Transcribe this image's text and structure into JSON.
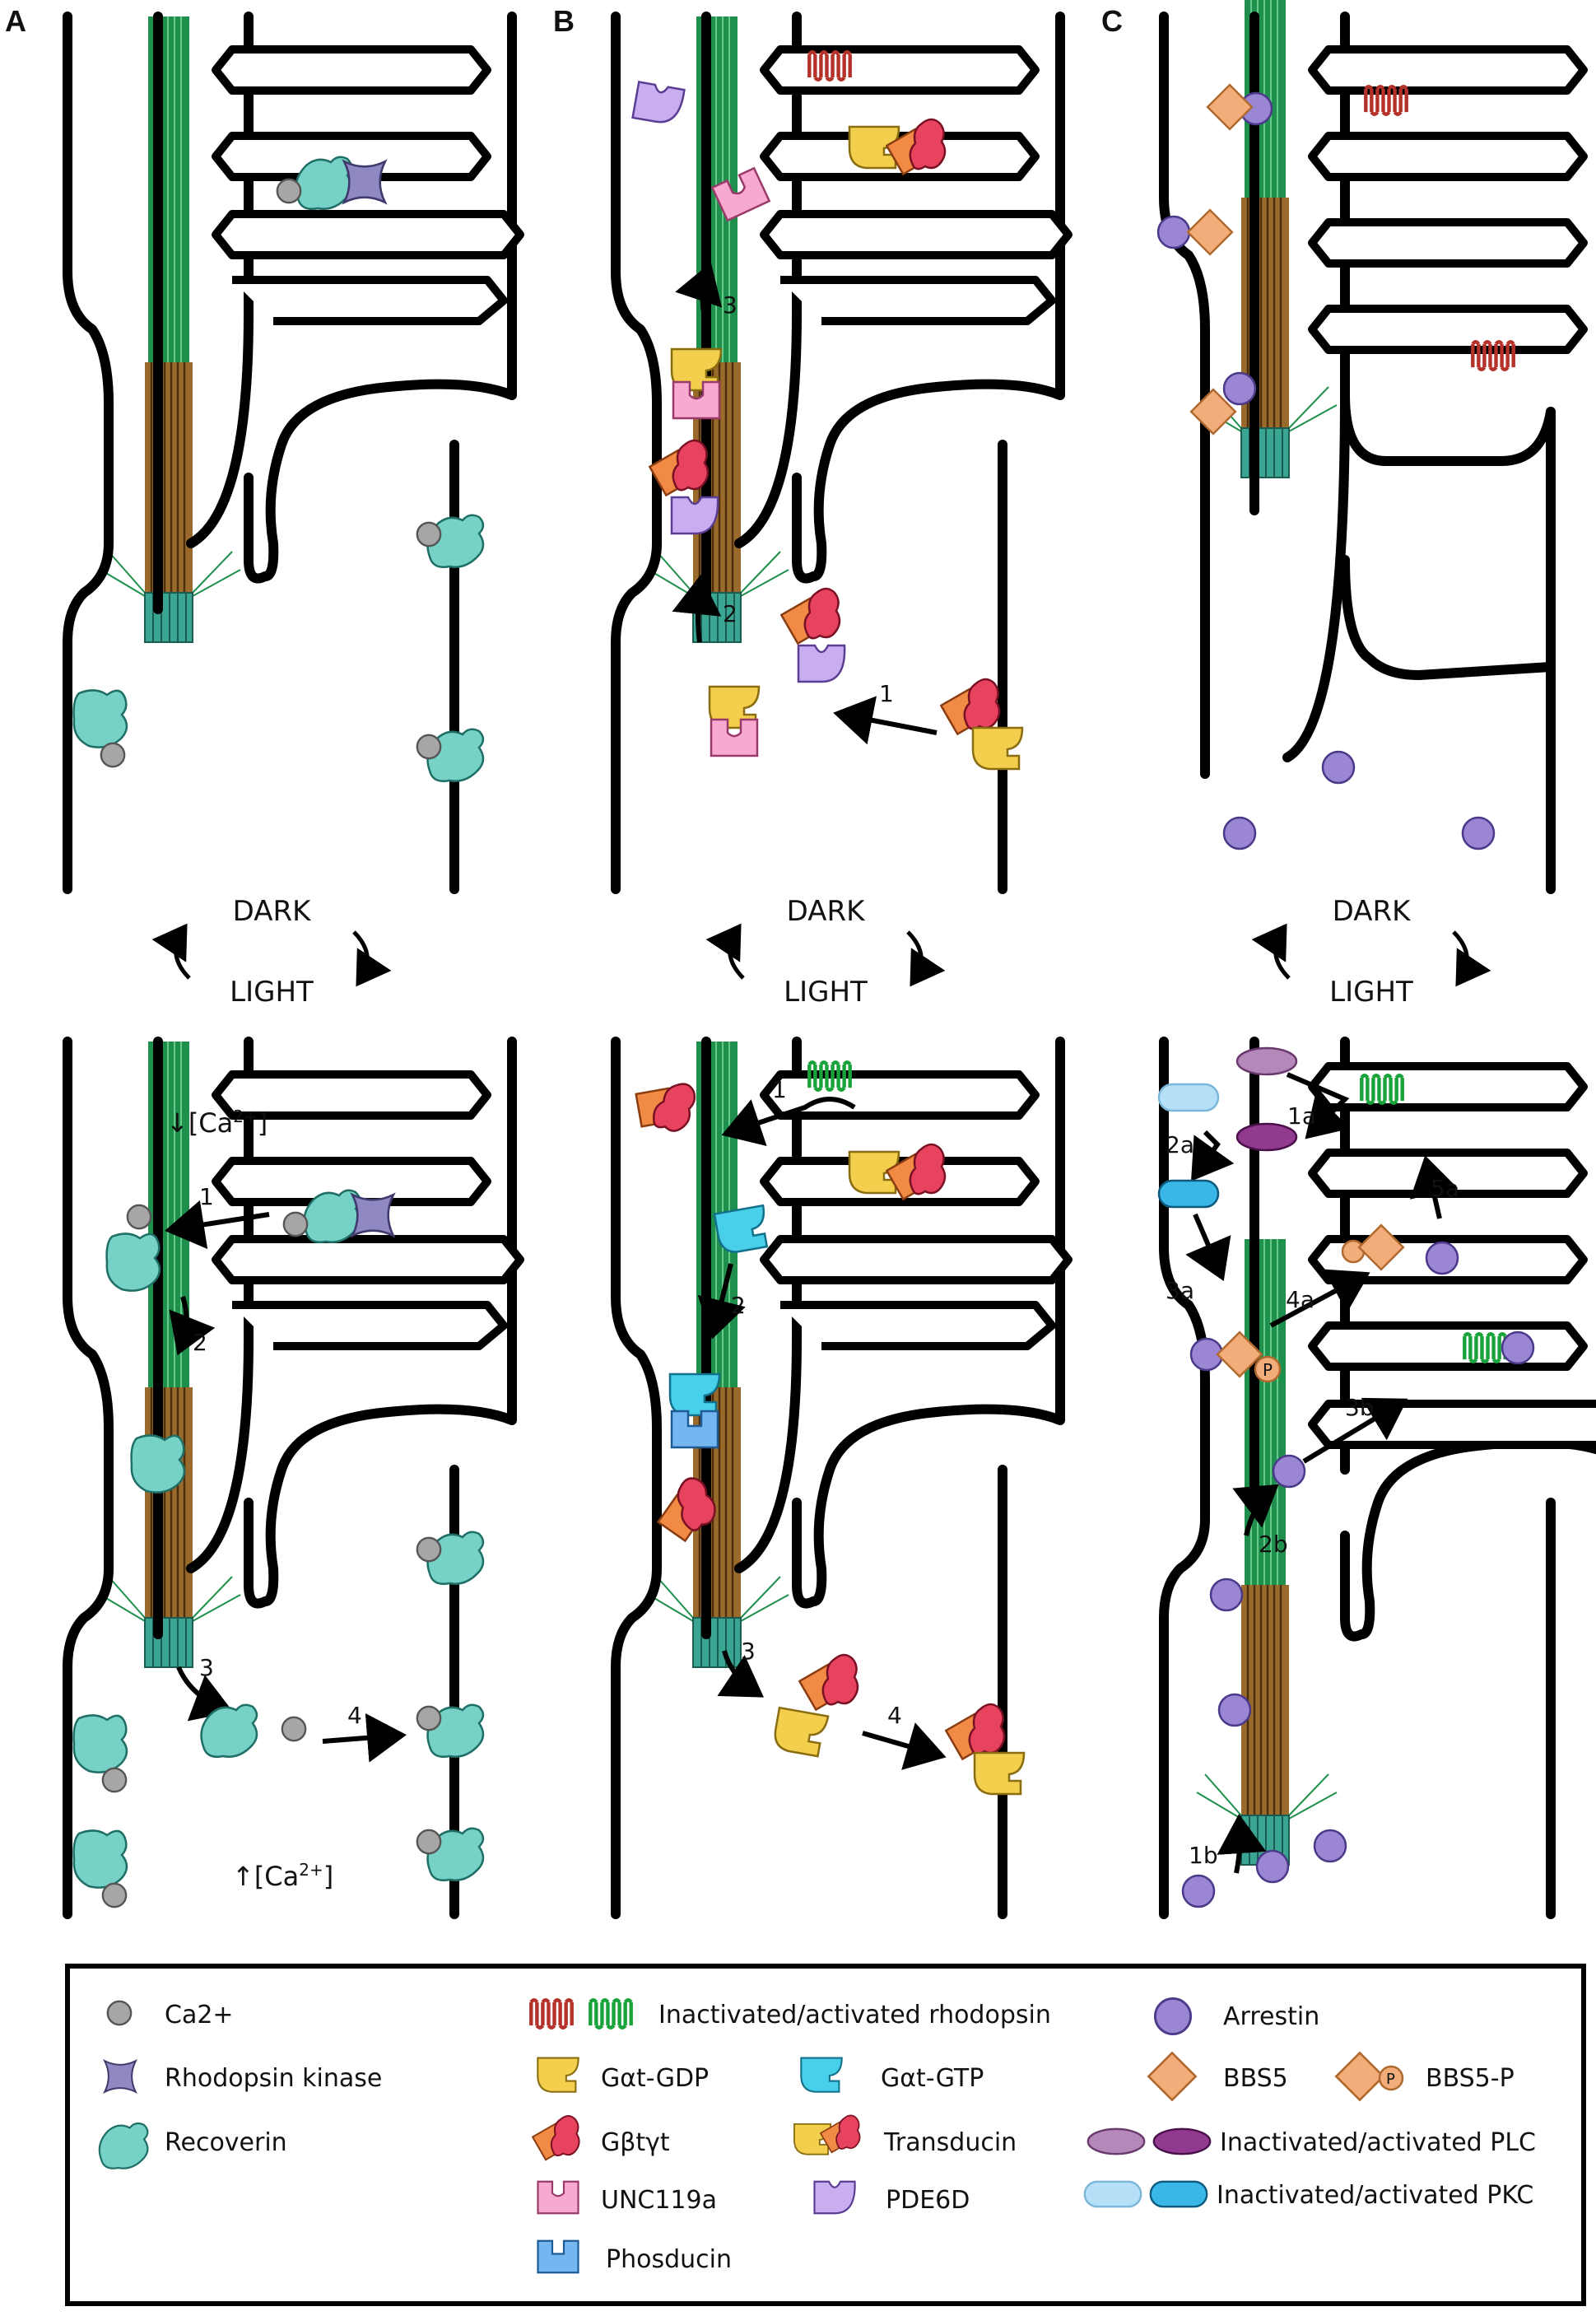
{
  "panels": [
    {
      "letter": "A",
      "dark_label": "DARK",
      "light_label": "LIGHT"
    },
    {
      "letter": "B",
      "dark_label": "DARK",
      "light_label": "LIGHT"
    },
    {
      "letter": "C",
      "dark_label": "DARK",
      "light_label": "LIGHT"
    }
  ],
  "annotations": {
    "ca_down": "↓[Ca",
    "ca_up": "↑[Ca",
    "ca_sup": "2+",
    "ca_close": "]"
  },
  "steps": {
    "A_bottom": [
      "1",
      "2",
      "3",
      "4"
    ],
    "B_top": [
      "1",
      "2",
      "3"
    ],
    "B_bottom": [
      "1",
      "2",
      "3",
      "4"
    ],
    "C_bottom": [
      "1a",
      "2a",
      "3a",
      "4a",
      "5a",
      "1b",
      "2b",
      "3b"
    ]
  },
  "legend": {
    "col1": [
      {
        "label": "Ca2+",
        "icon": "calcium-icon"
      },
      {
        "label": "Rhodopsin kinase",
        "icon": "rhodopsin-kinase-icon"
      },
      {
        "label": "Recoverin",
        "icon": "recoverin-icon"
      }
    ],
    "col2": [
      {
        "label": "Inactivated/activated rhodopsin",
        "icon": "rhodopsin-icon"
      },
      {
        "label": "Gαt-GDP",
        "icon": "galpha-gdp-icon"
      },
      {
        "label": "Gαt-GTP",
        "icon": "galpha-gtp-icon"
      },
      {
        "label": "Gβtγt",
        "icon": "gbetagamma-icon"
      },
      {
        "label": "Transducin",
        "icon": "transducin-icon"
      },
      {
        "label": "UNC119a",
        "icon": "unc119a-icon"
      },
      {
        "label": "PDE6D",
        "icon": "pde6d-icon"
      },
      {
        "label": "Phosducin",
        "icon": "phosducin-icon"
      }
    ],
    "col3": [
      {
        "label": "Arrestin",
        "icon": "arrestin-icon"
      },
      {
        "label": "BBS5",
        "icon": "bbs5-icon"
      },
      {
        "label": "BBS5-P",
        "icon": "bbs5-p-icon"
      },
      {
        "label": "Inactivated/activated PLC",
        "icon": "plc-icon"
      },
      {
        "label": "Inactivated/activated PKC",
        "icon": "pkc-icon"
      }
    ],
    "phospho_mark": "P"
  },
  "colors": {
    "calcium": "#a6a6a6",
    "kinase": "#8f88c2",
    "recoverin": "#76d1c6",
    "rhodopsin_inactive": "#b5322b",
    "rhodopsin_active": "#1aa33b",
    "galpha_gdp": "#f3cf4d",
    "galpha_gtp": "#48d0ea",
    "gbeta": "#f08a45",
    "ggamma": "#e8435e",
    "unc119a": "#f7a9cf",
    "pde6d": "#c8aef0",
    "phosducin": "#74b7f0",
    "arrestin": "#9a86d2",
    "bbs5": "#f3ad7a",
    "plc_inactive": "#b488b8",
    "plc_active": "#913a8f",
    "pkc_inactive": "#b5e0f8",
    "pkc_active": "#39b7e6",
    "axoneme_green": "#1e8f4c",
    "axoneme_brown": "#9a6a2c",
    "basal_body": "#3aa593"
  }
}
